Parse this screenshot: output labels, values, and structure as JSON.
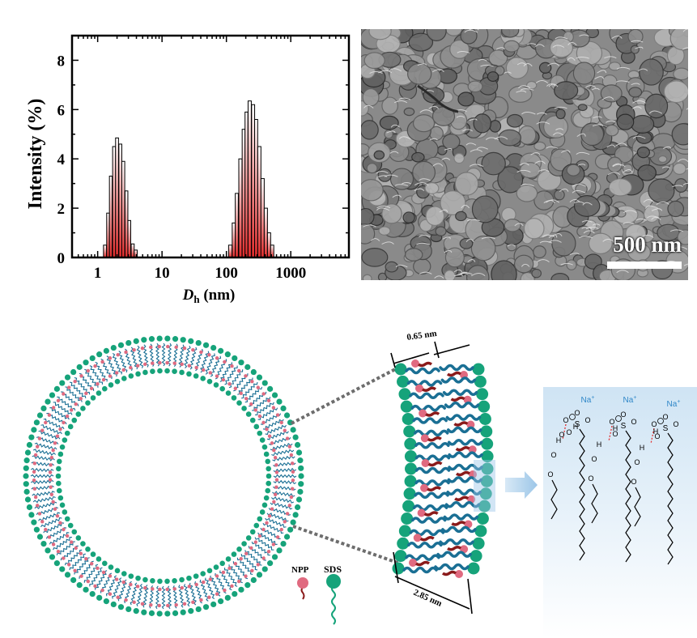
{
  "chart_data": {
    "type": "bar",
    "xlabel_main": "D",
    "xlabel_sub": "h",
    "xlabel_unit": " (nm)",
    "ylabel": "Intensity (%)",
    "xscale": "log",
    "xlim": [
      0.4,
      8000
    ],
    "ylim": [
      0,
      9
    ],
    "xticks": [
      "1",
      "10",
      "100",
      "1000"
    ],
    "yticks": [
      "0",
      "2",
      "4",
      "6",
      "8"
    ],
    "bars": [
      {
        "x": 1.3,
        "y": 0.5
      },
      {
        "x": 1.45,
        "y": 1.8
      },
      {
        "x": 1.6,
        "y": 3.3
      },
      {
        "x": 1.8,
        "y": 4.5
      },
      {
        "x": 2.0,
        "y": 4.85
      },
      {
        "x": 2.25,
        "y": 4.6
      },
      {
        "x": 2.5,
        "y": 3.9
      },
      {
        "x": 2.8,
        "y": 2.7
      },
      {
        "x": 3.1,
        "y": 1.5
      },
      {
        "x": 3.5,
        "y": 0.55
      },
      {
        "x": 3.9,
        "y": 0.3
      },
      {
        "x": 115,
        "y": 0.5
      },
      {
        "x": 130,
        "y": 1.4
      },
      {
        "x": 145,
        "y": 2.6
      },
      {
        "x": 165,
        "y": 4.0
      },
      {
        "x": 185,
        "y": 5.2
      },
      {
        "x": 205,
        "y": 5.9
      },
      {
        "x": 230,
        "y": 6.35
      },
      {
        "x": 260,
        "y": 6.2
      },
      {
        "x": 290,
        "y": 5.6
      },
      {
        "x": 325,
        "y": 4.5
      },
      {
        "x": 365,
        "y": 3.2
      },
      {
        "x": 410,
        "y": 2.0
      },
      {
        "x": 460,
        "y": 1.0
      },
      {
        "x": 515,
        "y": 0.5
      }
    ],
    "grid": false
  },
  "sem": {
    "scale_label": "500 nm"
  },
  "diagram": {
    "thickness_label": "2.85 nm",
    "headgap_label": "0.65 nm",
    "legend_npp": "NPP",
    "legend_sds": "SDS",
    "na_label": "Na",
    "na_sup": "+",
    "atoms": {
      "o": "O",
      "h": "H",
      "s": "S"
    },
    "colors": {
      "head_green": "#16a37a",
      "head_pink": "#e06a80",
      "tail_blue": "#1a6f94",
      "tail_red": "#8a1a1a",
      "bar_red": "#e33030",
      "dotted": "#6d6d6d",
      "na_blue": "#2f87c8"
    }
  }
}
